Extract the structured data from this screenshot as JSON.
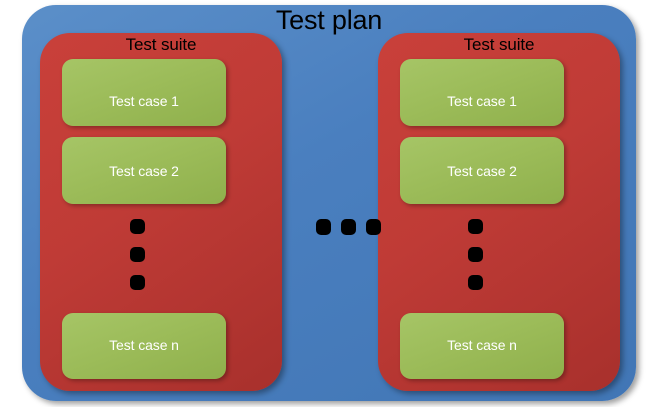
{
  "diagram": {
    "title": "Test plan",
    "colors": {
      "plan": "#4a7fbf",
      "suite": "#bf3b36",
      "case": "#9bbb58",
      "case_text": "#ffffff",
      "label_text": "#000000",
      "dot": "#000000",
      "background": "#ffffff"
    },
    "suites": [
      {
        "label": "Test suite",
        "cases": [
          {
            "label": "Test case 1"
          },
          {
            "label": "Test case 2"
          },
          {
            "label": "Test case n"
          }
        ],
        "ellipsis": "vertical-ellipsis"
      },
      {
        "label": "Test suite",
        "cases": [
          {
            "label": "Test case 1"
          },
          {
            "label": "Test case 2"
          },
          {
            "label": "Test case n"
          }
        ],
        "ellipsis": "vertical-ellipsis"
      }
    ],
    "between_suites_ellipsis": "horizontal-ellipsis"
  }
}
